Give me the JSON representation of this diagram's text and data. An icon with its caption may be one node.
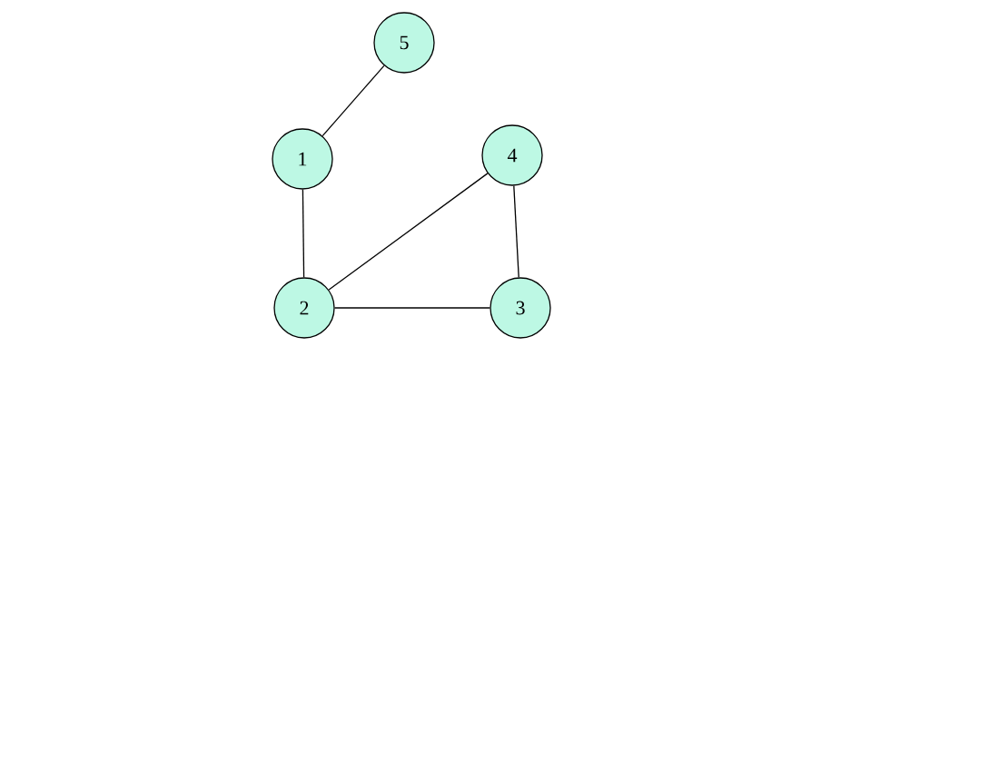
{
  "diagram": {
    "nodes": [
      {
        "text": [
          "5"
        ]
      },
      {
        "text": [
          "1"
        ]
      },
      {
        "text": [
          "4"
        ]
      },
      {
        "text": [
          "2"
        ]
      },
      {
        "text": [
          "3"
        ]
      }
    ],
    "edges": [
      {
        "from": 0,
        "to": 1,
        "arrow": "none"
      },
      {
        "from": 1,
        "to": 3,
        "arrow": "none"
      },
      {
        "from": 3,
        "to": 2,
        "arrow": "none"
      },
      {
        "from": 2,
        "to": 4,
        "arrow": "none"
      },
      {
        "from": 3,
        "to": 4,
        "arrow": "none"
      }
    ]
  }
}
